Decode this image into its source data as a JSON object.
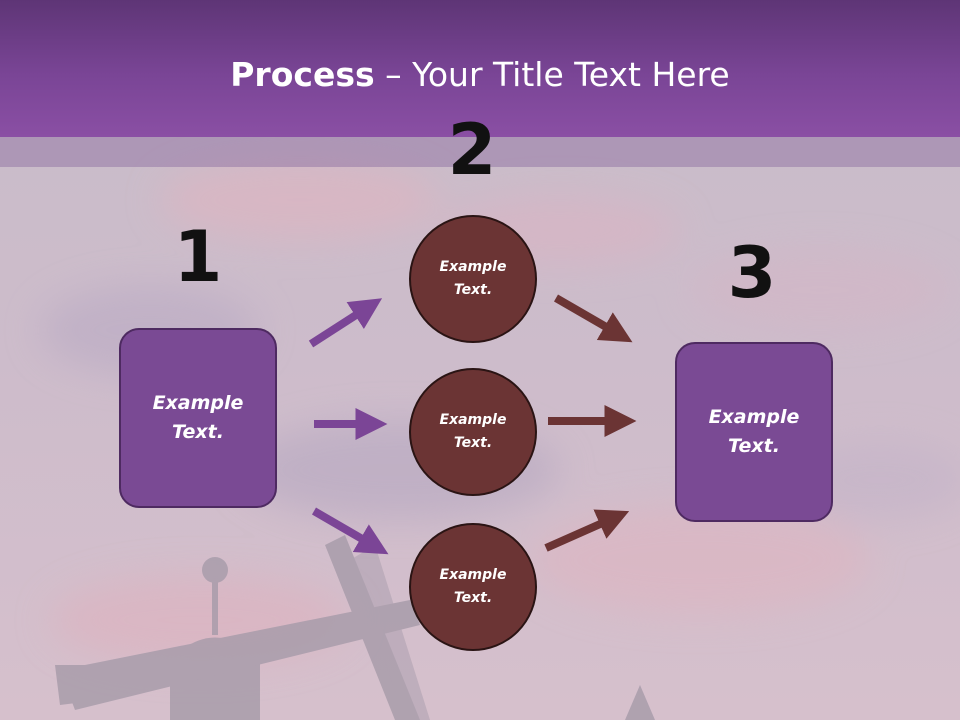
{
  "slide": {
    "title_bold": "Process",
    "title_rest": " – Your Title Text Here"
  },
  "steps": {
    "one": {
      "number": "1",
      "text": "Example\nText."
    },
    "two": {
      "number": "2",
      "circles": [
        {
          "text": "Example\nText."
        },
        {
          "text": "Example\nText."
        },
        {
          "text": "Example\nText."
        }
      ]
    },
    "three": {
      "number": "3",
      "text": "Example\nText."
    }
  },
  "colors": {
    "title_bar": "#7a4596",
    "step_box": "#7a4a94",
    "circle": "#6b3434",
    "arrow_left": "#7b4596",
    "arrow_right": "#6b3434"
  }
}
